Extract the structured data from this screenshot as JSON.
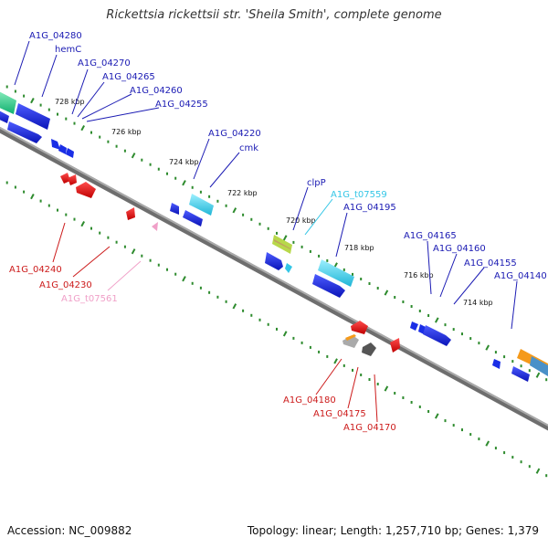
{
  "title": "Rickettsia rickettsii str. 'Sheila Smith', complete genome",
  "footer": {
    "accession": "Accession: NC_009882",
    "summary": "Topology: linear; Length: 1,257,710 bp; Genes: 1,379"
  },
  "colors": {
    "backbone": "#777777",
    "tick": "#2e8b2e",
    "forward_cds": "#1a2ee6",
    "reverse_cds": "#e61a1a",
    "trna": "#33c6e6",
    "pseudo": "#f0a0c8"
  },
  "scale_ticks": [
    "728 kbp",
    "726 kbp",
    "724 kbp",
    "722 kbp",
    "720 kbp",
    "718 kbp",
    "716 kbp",
    "714 kbp"
  ],
  "upper_labels": [
    {
      "text": "A1G_04280",
      "color": "#1a1ab3"
    },
    {
      "text": "hemC",
      "color": "#1a1ab3"
    },
    {
      "text": "A1G_04270",
      "color": "#1a1ab3"
    },
    {
      "text": "A1G_04265",
      "color": "#1a1ab3"
    },
    {
      "text": "A1G_04260",
      "color": "#1a1ab3"
    },
    {
      "text": "A1G_04255",
      "color": "#1a1ab3"
    },
    {
      "text": "A1G_04220",
      "color": "#1a1ab3"
    },
    {
      "text": "cmk",
      "color": "#1a1ab3"
    },
    {
      "text": "clpP",
      "color": "#1a1ab3"
    },
    {
      "text": "A1G_t07559",
      "color": "#33c6e6"
    },
    {
      "text": "A1G_04195",
      "color": "#1a1ab3"
    },
    {
      "text": "A1G_04165",
      "color": "#1a1ab3"
    },
    {
      "text": "A1G_04160",
      "color": "#1a1ab3"
    },
    {
      "text": "A1G_04155",
      "color": "#1a1ab3"
    },
    {
      "text": "A1G_04140",
      "color": "#1a1ab3"
    }
  ],
  "lower_labels": [
    {
      "text": "A1G_04240",
      "color": "#cc1a1a"
    },
    {
      "text": "A1G_04230",
      "color": "#cc1a1a"
    },
    {
      "text": "A1G_t07561",
      "color": "#f0a0c8"
    },
    {
      "text": "A1G_04180",
      "color": "#cc1a1a"
    },
    {
      "text": "A1G_04175",
      "color": "#cc1a1a"
    },
    {
      "text": "A1G_04170",
      "color": "#cc1a1a"
    }
  ]
}
